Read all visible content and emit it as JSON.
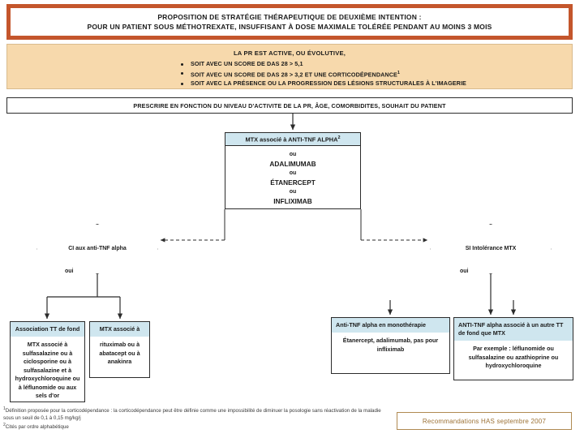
{
  "header": {
    "line1": "PROPOSITION DE STRATÉGIE THÉRAPEUTIQUE DE DEUXIÈME INTENTION :",
    "line2": "POUR UN PATIENT SOUS MÉTHOTREXATE, INSUFFISANT À DOSE MAXIMALE TOLÉRÉE PENDANT AU MOINS 3 MOIS",
    "border_color": "#c4562c"
  },
  "condition": {
    "title": "LA PR EST ACTIVE, OU ÉVOLUTIVE,",
    "bullets": [
      "SOIT AVEC UN SCORE DE DAS 28 > 5,1",
      "SOIT AVEC UN SCORE DE DAS 28 > 3,2 ET UNE CORTICODÉPENDANCE",
      "SOIT AVEC LA PRÉSENCE OU LA PROGRESSION DES LÉSIONS STRUCTURALES À L'IMAGERIE"
    ],
    "bullet2_sup": "1",
    "bg_color": "#f7d9ac"
  },
  "prescribe": {
    "text": "PRESCRIRE EN FONCTION DU NIVEAU D'ACTIVITE DE LA PR, ÂGE, COMORBIDITES, SOUHAIT DU PATIENT"
  },
  "central_box": {
    "header": "MTX associé à ANTI-TNF ALPHA",
    "header_sup": "2",
    "ou1": "ou",
    "drug1": "ADALIMUMAB",
    "ou2": "ou",
    "drug2": "ÉTANERCEPT",
    "ou3": "ou",
    "drug3": "INFLIXIMAB",
    "header_bg": "#cfe6ef"
  },
  "decisions": {
    "left": {
      "label": "CI aux anti-TNF alpha",
      "yes": "oui"
    },
    "right": {
      "label": "SI Intolérance MTX",
      "yes": "oui"
    }
  },
  "outcomes": [
    {
      "id": "assoc-tt-fond",
      "header": "Association TT de fond",
      "body": "MTX associé à sulfasalazine ou à ciclosporine ou à sulfasalazine et à hydroxychloroquine ou à léflunomide ou aux sels d'or"
    },
    {
      "id": "mtx-rituximab",
      "header": "MTX associé à",
      "body": "rituximab ou à abatacept ou à anakinra"
    },
    {
      "id": "anti-tnf-mono",
      "header": "Anti-TNF alpha en monothérapie",
      "body": "Étanercept, adalimumab, pas pour infliximab"
    },
    {
      "id": "anti-tnf-autre-tt",
      "header": "ANTI-TNF alpha associé à un autre TT de fond que MTX",
      "body": "Par exemple : léflunomide ou sulfasalazine ou azathioprine ou hydroxychloroquine"
    }
  ],
  "footnotes": {
    "note1_sup": "1",
    "note1": "Définition proposée pour la corticodépendance : la corticodépendance peut être définie comme une impossibilité de diminuer la posologie sans réactivation de la maladie sous un seuil de 0,1 à 0,15 mg/kg/j",
    "note2_sup": "2",
    "note2": "Cités par ordre alphabétique"
  },
  "source": {
    "text": "Recommandations HAS septembre 2007",
    "color": "#9c7236"
  }
}
